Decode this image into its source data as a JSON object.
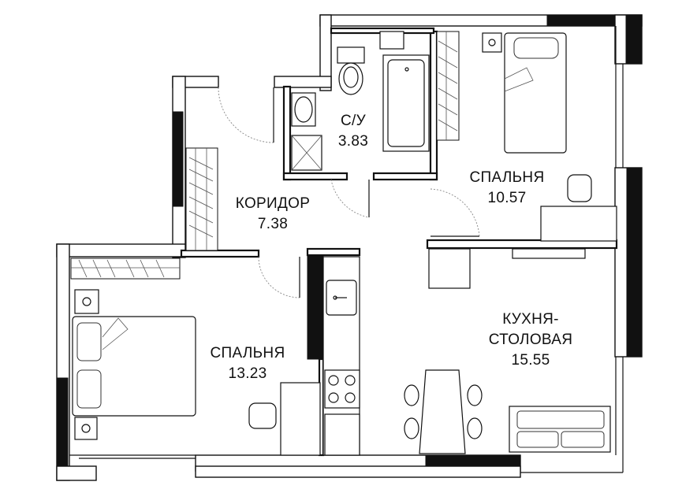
{
  "plan": {
    "rooms": [
      {
        "id": "bathroom",
        "name": "С/У",
        "area": "3.83"
      },
      {
        "id": "bedroom_top",
        "name": "СПАЛЬНЯ",
        "area": "10.57"
      },
      {
        "id": "corridor",
        "name": "КОРИДОР",
        "area": "7.38"
      },
      {
        "id": "bedroom_left",
        "name": "СПАЛЬНЯ",
        "area": "13.23"
      },
      {
        "id": "kitchen",
        "name_line1": "КУХНЯ-",
        "name_line2": "СТОЛОВАЯ",
        "area": "15.55"
      }
    ]
  }
}
